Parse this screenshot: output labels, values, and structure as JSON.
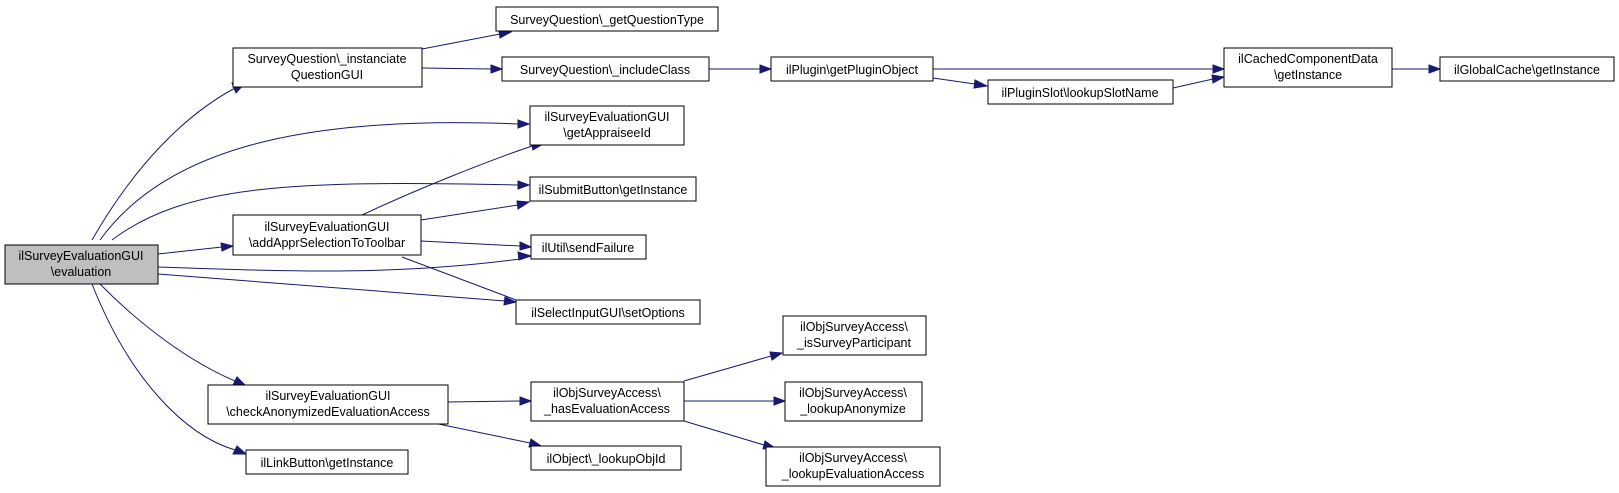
{
  "colors": {
    "edge": "#191970",
    "root_fill": "#bfbfbf",
    "node_fill": "#ffffff",
    "border": "#000000"
  },
  "nodes": {
    "evaluation": {
      "line1": "ilSurveyEvaluationGUI",
      "line2": "\\evaluation"
    },
    "instanciateQuestionGUI": {
      "line1": "SurveyQuestion\\_instanciate",
      "line2": "QuestionGUI"
    },
    "getQuestionType": {
      "line1": "SurveyQuestion\\_getQuestionType"
    },
    "includeClass": {
      "line1": "SurveyQuestion\\_includeClass"
    },
    "getPluginObject": {
      "line1": "ilPlugin\\getPluginObject"
    },
    "lookupSlotName": {
      "line1": "ilPluginSlot\\lookupSlotName"
    },
    "cachedComponentData": {
      "line1": "ilCachedComponentData",
      "line2": "\\getInstance"
    },
    "globalCache": {
      "line1": "ilGlobalCache\\getInstance"
    },
    "getAppraiseeId": {
      "line1": "ilSurveyEvaluationGUI",
      "line2": "\\getAppraiseeId"
    },
    "submitButton": {
      "line1": "ilSubmitButton\\getInstance"
    },
    "addApprSelection": {
      "line1": "ilSurveyEvaluationGUI",
      "line2": "\\addApprSelectionToToolbar"
    },
    "sendFailure": {
      "line1": "ilUtil\\sendFailure"
    },
    "setOptions": {
      "line1": "ilSelectInputGUI\\setOptions"
    },
    "checkAnonymized": {
      "line1": "ilSurveyEvaluationGUI",
      "line2": "\\checkAnonymizedEvaluationAccess"
    },
    "hasEvaluationAccess": {
      "line1": "ilObjSurveyAccess\\",
      "line2": "_hasEvaluationAccess"
    },
    "isSurveyParticipant": {
      "line1": "ilObjSurveyAccess\\",
      "line2": "_isSurveyParticipant"
    },
    "lookupAnonymize": {
      "line1": "ilObjSurveyAccess\\",
      "line2": "_lookupAnonymize"
    },
    "lookupEvaluationAccess": {
      "line1": "ilObjSurveyAccess\\",
      "line2": "_lookupEvaluationAccess"
    },
    "lookupObjId": {
      "line1": "ilObject\\_lookupObjId"
    },
    "linkButton": {
      "line1": "ilLinkButton\\getInstance"
    }
  }
}
